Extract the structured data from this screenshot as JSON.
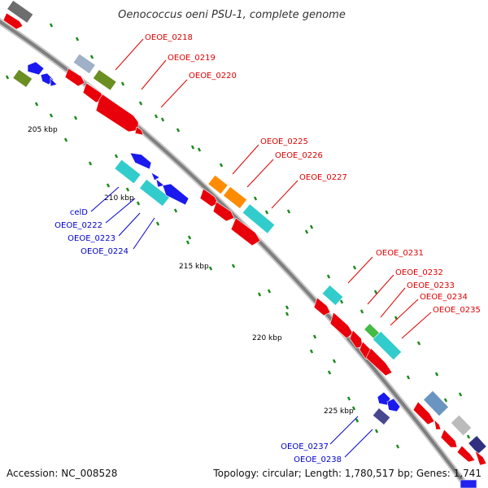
{
  "title": "Oenococcus oeni PSU-1, complete genome",
  "accession": "Accession: NC_008528",
  "summary": "Topology: circular; Length: 1,780,517 bp; Genes: 1,741",
  "colors": {
    "backbone": "#888888",
    "tick": "#1a8a1a",
    "red_label": "#e00000",
    "blue_label": "#0000cc"
  },
  "scale_labels": [
    "205 kbp",
    "210 kbp",
    "215 kbp",
    "220 kbp",
    "225 kbp"
  ],
  "genes_forward": [
    {
      "label": "OEOE_0218"
    },
    {
      "label": "OEOE_0219"
    },
    {
      "label": "OEOE_0220"
    },
    {
      "label": "OEOE_0225"
    },
    {
      "label": "OEOE_0226"
    },
    {
      "label": "OEOE_0227"
    },
    {
      "label": "OEOE_0231"
    },
    {
      "label": "OEOE_0232"
    },
    {
      "label": "OEOE_0233"
    },
    {
      "label": "OEOE_0234"
    },
    {
      "label": "OEOE_0235"
    }
  ],
  "genes_reverse": [
    {
      "label": "celD"
    },
    {
      "label": "OEOE_0222"
    },
    {
      "label": "OEOE_0223"
    },
    {
      "label": "OEOE_0224"
    },
    {
      "label": "OEOE_0237"
    },
    {
      "label": "OEOE_0238"
    }
  ]
}
